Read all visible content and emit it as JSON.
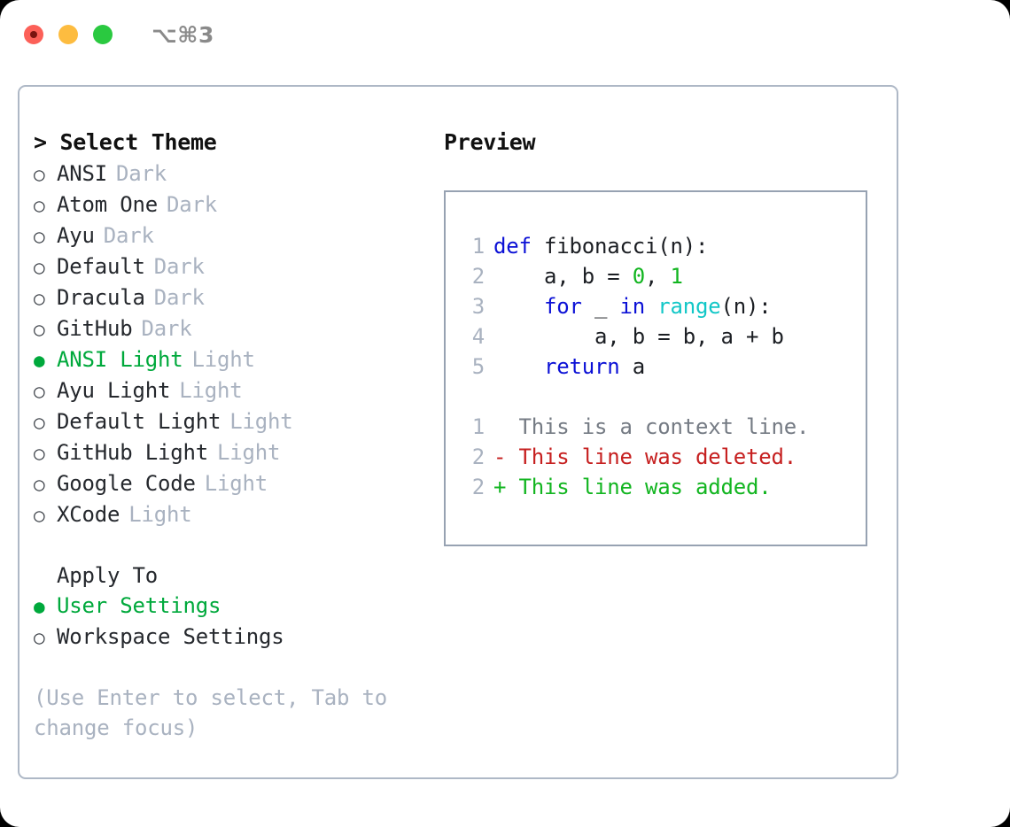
{
  "window": {
    "title": "⌥⌘3",
    "traffic_lights": [
      "close-red",
      "minimize-yellow",
      "zoom-green"
    ]
  },
  "colors": {
    "accent_green": "#00a93c",
    "muted": "#a9b2c0",
    "text": "#25282d",
    "border": "#aeb8c6",
    "preview_border": "#97a2b2",
    "kw_blue": "#0b10d6",
    "num_green": "#12b520",
    "fn_cyan": "#12c7c7",
    "diff_del": "#c62020",
    "diff_add": "#12b520",
    "diff_ctx": "#757b84"
  },
  "left": {
    "heading_caret": ">",
    "heading": "Select Theme",
    "themes": [
      {
        "radio": "○",
        "name": "ANSI",
        "badge": "Dark",
        "selected": false
      },
      {
        "radio": "○",
        "name": "Atom One",
        "badge": "Dark",
        "selected": false
      },
      {
        "radio": "○",
        "name": "Ayu",
        "badge": "Dark",
        "selected": false
      },
      {
        "radio": "○",
        "name": "Default",
        "badge": "Dark",
        "selected": false
      },
      {
        "radio": "○",
        "name": "Dracula",
        "badge": "Dark",
        "selected": false
      },
      {
        "radio": "○",
        "name": "GitHub",
        "badge": "Dark",
        "selected": false
      },
      {
        "radio": "●",
        "name": "ANSI Light",
        "badge": "Light",
        "selected": true
      },
      {
        "radio": "○",
        "name": "Ayu Light",
        "badge": "Light",
        "selected": false
      },
      {
        "radio": "○",
        "name": "Default Light",
        "badge": "Light",
        "selected": false
      },
      {
        "radio": "○",
        "name": "GitHub Light",
        "badge": "Light",
        "selected": false
      },
      {
        "radio": "○",
        "name": "Google Code",
        "badge": "Light",
        "selected": false
      },
      {
        "radio": "○",
        "name": "XCode",
        "badge": "Light",
        "selected": false
      }
    ],
    "apply_to": {
      "title": "Apply To",
      "options": [
        {
          "radio": "●",
          "name": "User Settings",
          "selected": true
        },
        {
          "radio": "○",
          "name": "Workspace Settings",
          "selected": false
        }
      ]
    },
    "hint": "(Use Enter to select, Tab to change focus)"
  },
  "right": {
    "heading": "Preview",
    "code_lines": [
      {
        "ln": "1",
        "tokens": [
          {
            "t": "def",
            "c": "kw"
          },
          {
            "t": " fibonacci(n):",
            "c": ""
          }
        ]
      },
      {
        "ln": "2",
        "tokens": [
          {
            "t": "    a, b = ",
            "c": ""
          },
          {
            "t": "0",
            "c": "num"
          },
          {
            "t": ", ",
            "c": ""
          },
          {
            "t": "1",
            "c": "num"
          }
        ]
      },
      {
        "ln": "3",
        "tokens": [
          {
            "t": "    ",
            "c": ""
          },
          {
            "t": "for",
            "c": "kw"
          },
          {
            "t": " _ ",
            "c": ""
          },
          {
            "t": "in",
            "c": "kw"
          },
          {
            "t": " ",
            "c": ""
          },
          {
            "t": "range",
            "c": "fn"
          },
          {
            "t": "(n):",
            "c": ""
          }
        ]
      },
      {
        "ln": "4",
        "tokens": [
          {
            "t": "        a, b = b, a + b",
            "c": ""
          }
        ]
      },
      {
        "ln": "5",
        "tokens": [
          {
            "t": "    ",
            "c": ""
          },
          {
            "t": "return",
            "c": "kw"
          },
          {
            "t": " a",
            "c": ""
          }
        ]
      }
    ],
    "diff_lines": [
      {
        "ln": "1",
        "marker": " ",
        "text": " This is a context line.",
        "kind": "ctx"
      },
      {
        "ln": "2",
        "marker": "-",
        "text": " This line was deleted.",
        "kind": "del"
      },
      {
        "ln": "2",
        "marker": "+",
        "text": " This line was added.",
        "kind": "add"
      }
    ]
  }
}
